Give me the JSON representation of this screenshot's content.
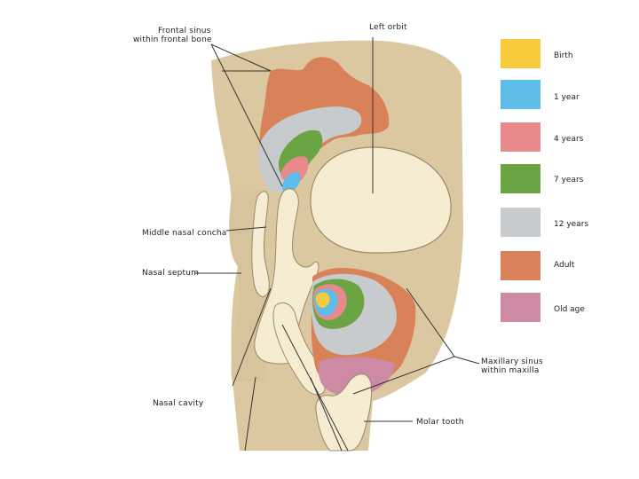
{
  "labels": {
    "frontal_sinus_line1": "Frontal sinus",
    "frontal_sinus_line2": "within frontal bone",
    "left_orbit": "Left orbit",
    "middle_nasal_concha": "Middle nasal concha",
    "nasal_septum": "Nasal septum",
    "nasal_cavity": "Nasal cavity",
    "maxillary_sinus_line1": "Maxillary sinus",
    "maxillary_sinus_line2": "within maxilla",
    "molar_tooth": "Molar tooth"
  },
  "legend": [
    {
      "label": "Birth",
      "color": "#f7cc3c"
    },
    {
      "label": "1 year",
      "color": "#5ebde8"
    },
    {
      "label": "4 years",
      "color": "#e88a8c"
    },
    {
      "label": "7 years",
      "color": "#6aa443"
    },
    {
      "label": "12 years",
      "color": "#c7cbcd"
    },
    {
      "label": "Adult",
      "color": "#d9825a"
    },
    {
      "label": "Old age",
      "color": "#cd8aa4"
    }
  ],
  "colors": {
    "bone": "#dcc8a0",
    "cavity": "#f6ecd2",
    "outline": "#9b8868",
    "leader": "#333333"
  }
}
